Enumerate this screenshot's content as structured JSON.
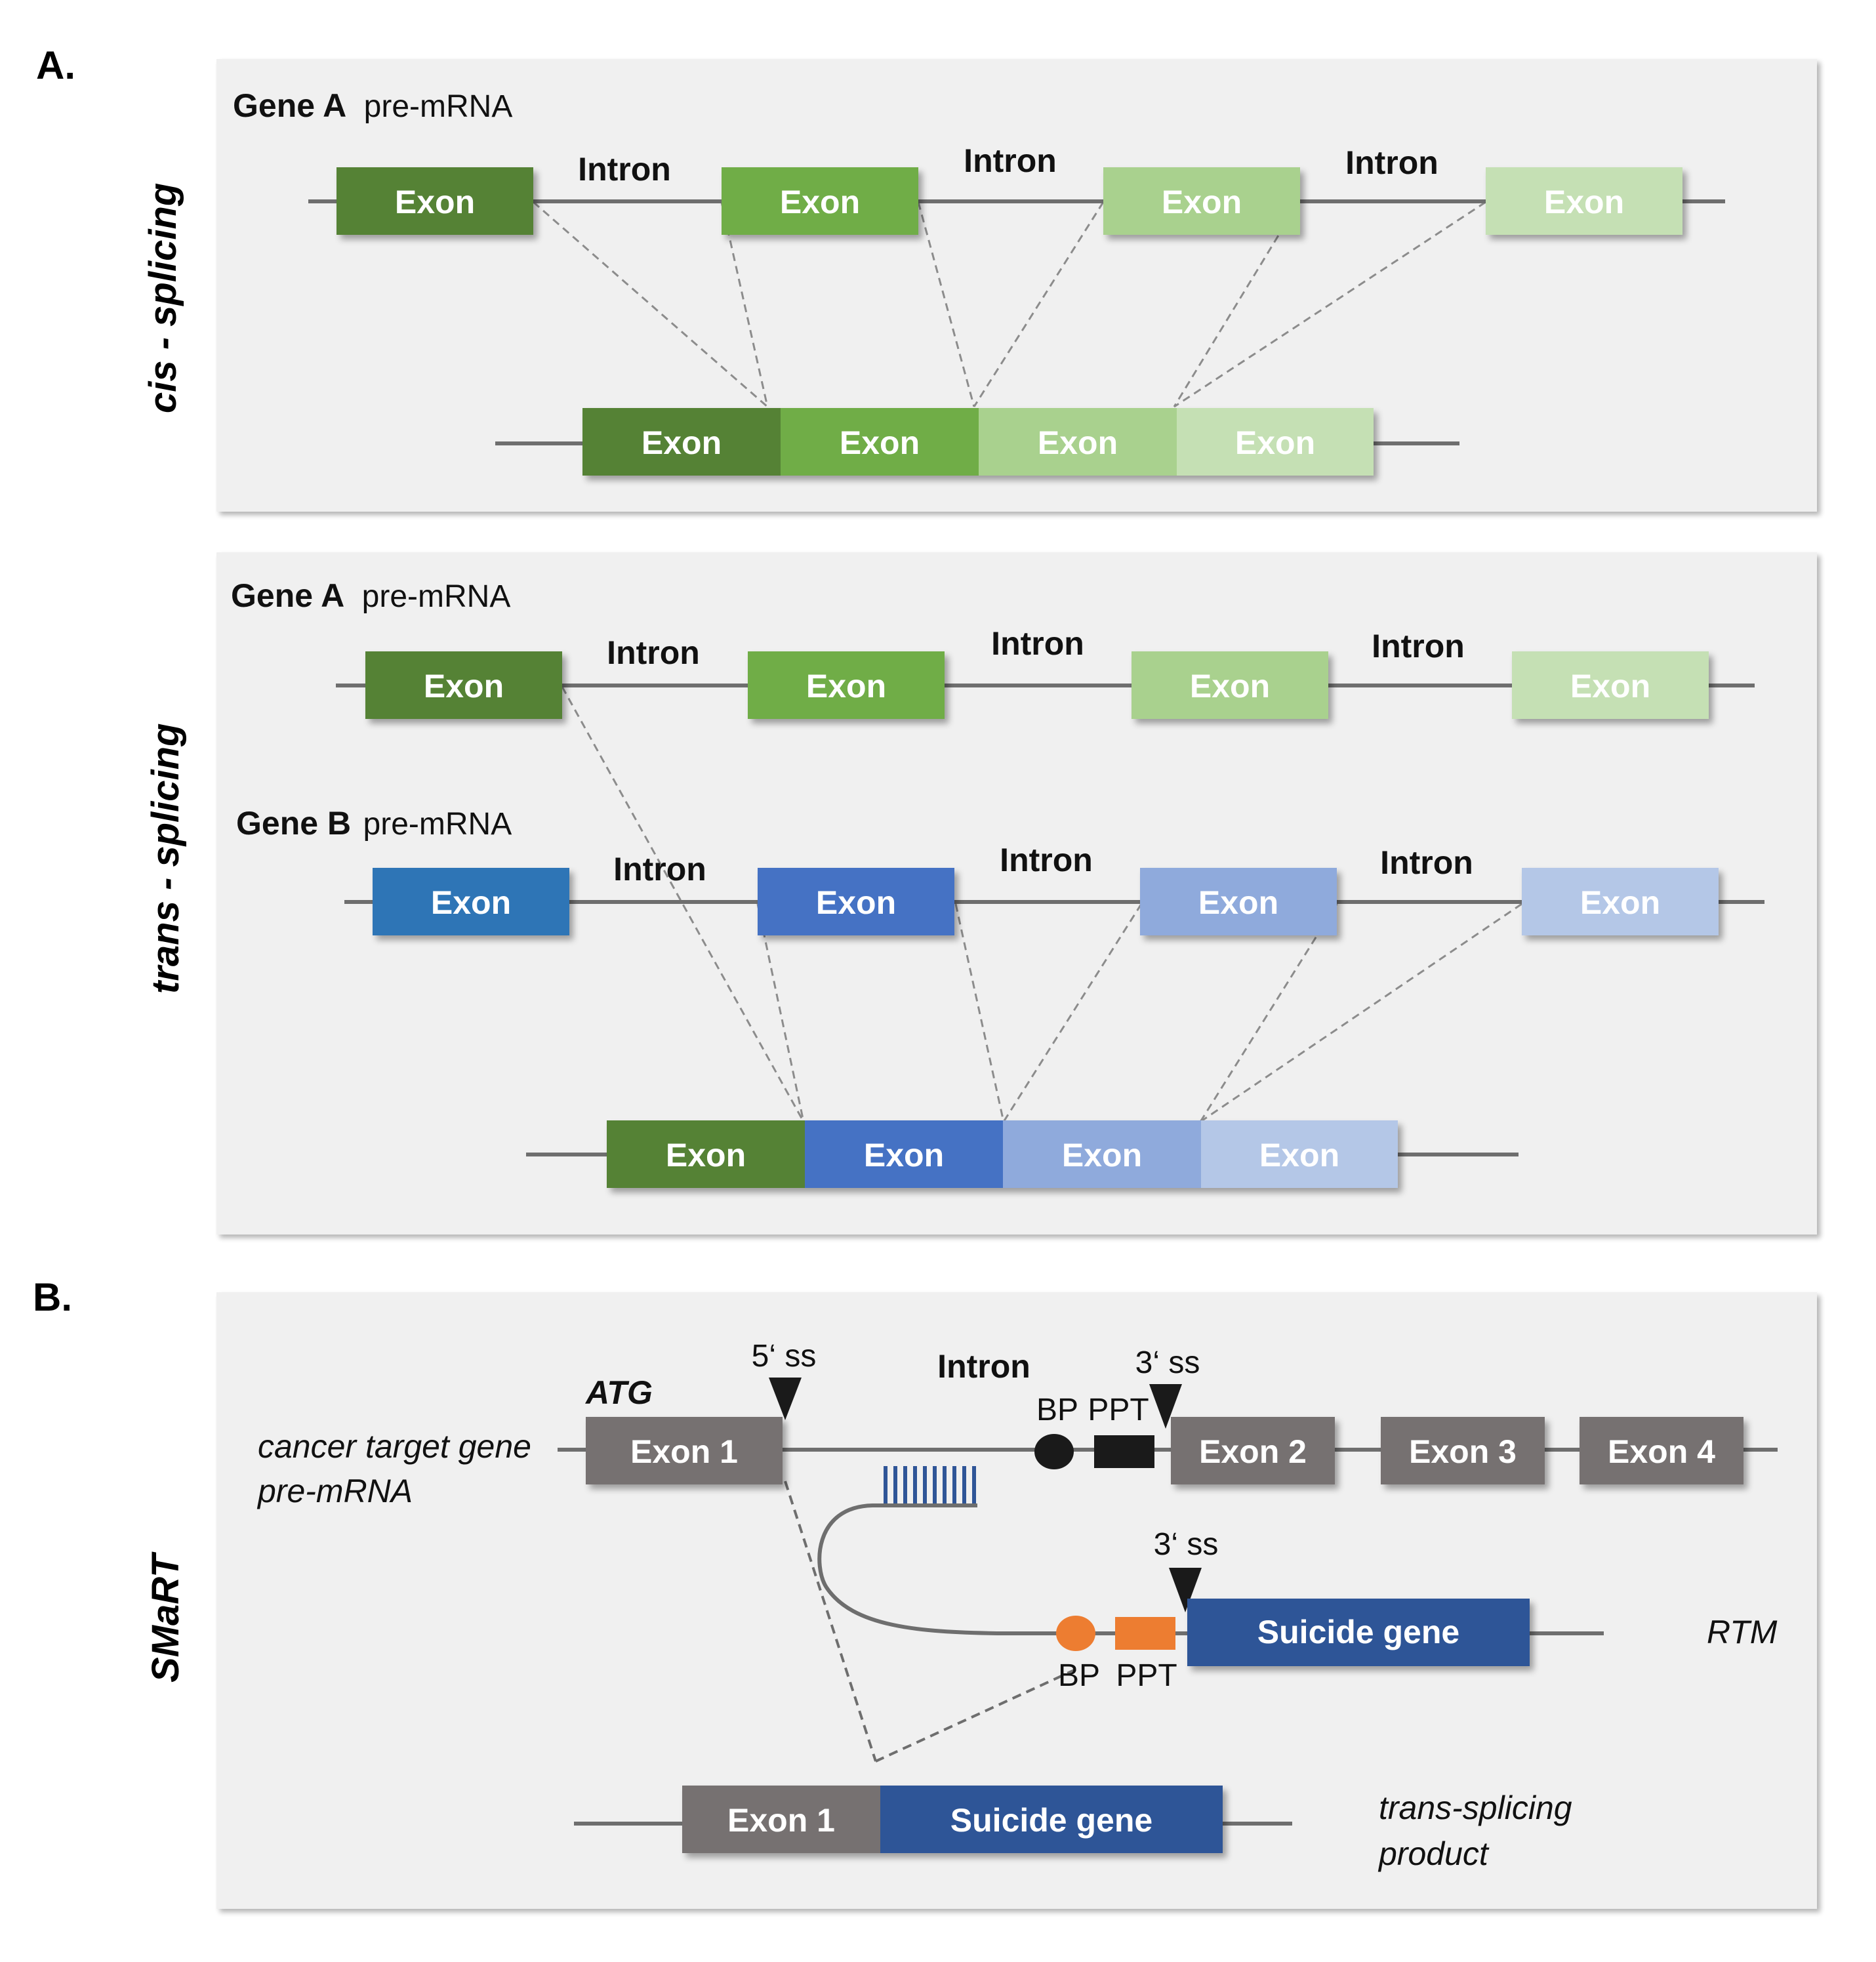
{
  "panel_a": {
    "label": "A.",
    "cis": {
      "side_label": "cis - splicing",
      "gene_name": "Gene A",
      "gene_suffix": "pre-mRNA",
      "exon_label": "Exon",
      "intron_label": "Intron"
    },
    "trans": {
      "side_label": "trans - splicing",
      "gene_a_name": "Gene A",
      "gene_a_suffix": "pre-mRNA",
      "gene_b_name": "Gene B",
      "gene_b_suffix": "pre-mRNA",
      "exon_label": "Exon",
      "intron_label": "Intron"
    }
  },
  "panel_b": {
    "label": "B.",
    "side_label": "SMaRT",
    "target_label_line1": "cancer target gene",
    "target_label_line2": "pre-mRNA",
    "atg": "ATG",
    "ss5": "5‘ ss",
    "ss3_target": "3‘ ss",
    "ss3_rtm": "3‘ ss",
    "intron": "Intron",
    "bp_top": "BP",
    "ppt_top": "PPT",
    "bp_bottom": "BP",
    "ppt_bottom": "PPT",
    "exon1": "Exon 1",
    "exon2": "Exon 2",
    "exon3": "Exon 3",
    "exon4": "Exon 4",
    "suicide_gene": "Suicide gene",
    "rtm": "RTM",
    "product_exon1": "Exon 1",
    "product_suicide": "Suicide gene",
    "product_label_line1": "trans-splicing",
    "product_label_line2": "product"
  },
  "colors": {
    "green_1": "#548235",
    "green_2": "#70ad47",
    "green_3": "#a9d18e",
    "green_4": "#c5e0b4",
    "blue_1": "#2e75b6",
    "blue_2": "#4472c4",
    "blue_3": "#8faadc",
    "blue_4": "#b4c7e7",
    "grey_exon": "#767171",
    "suicide": "#2f5597",
    "orange": "#ed7d31",
    "panel_bg": "#f0f0f0"
  }
}
